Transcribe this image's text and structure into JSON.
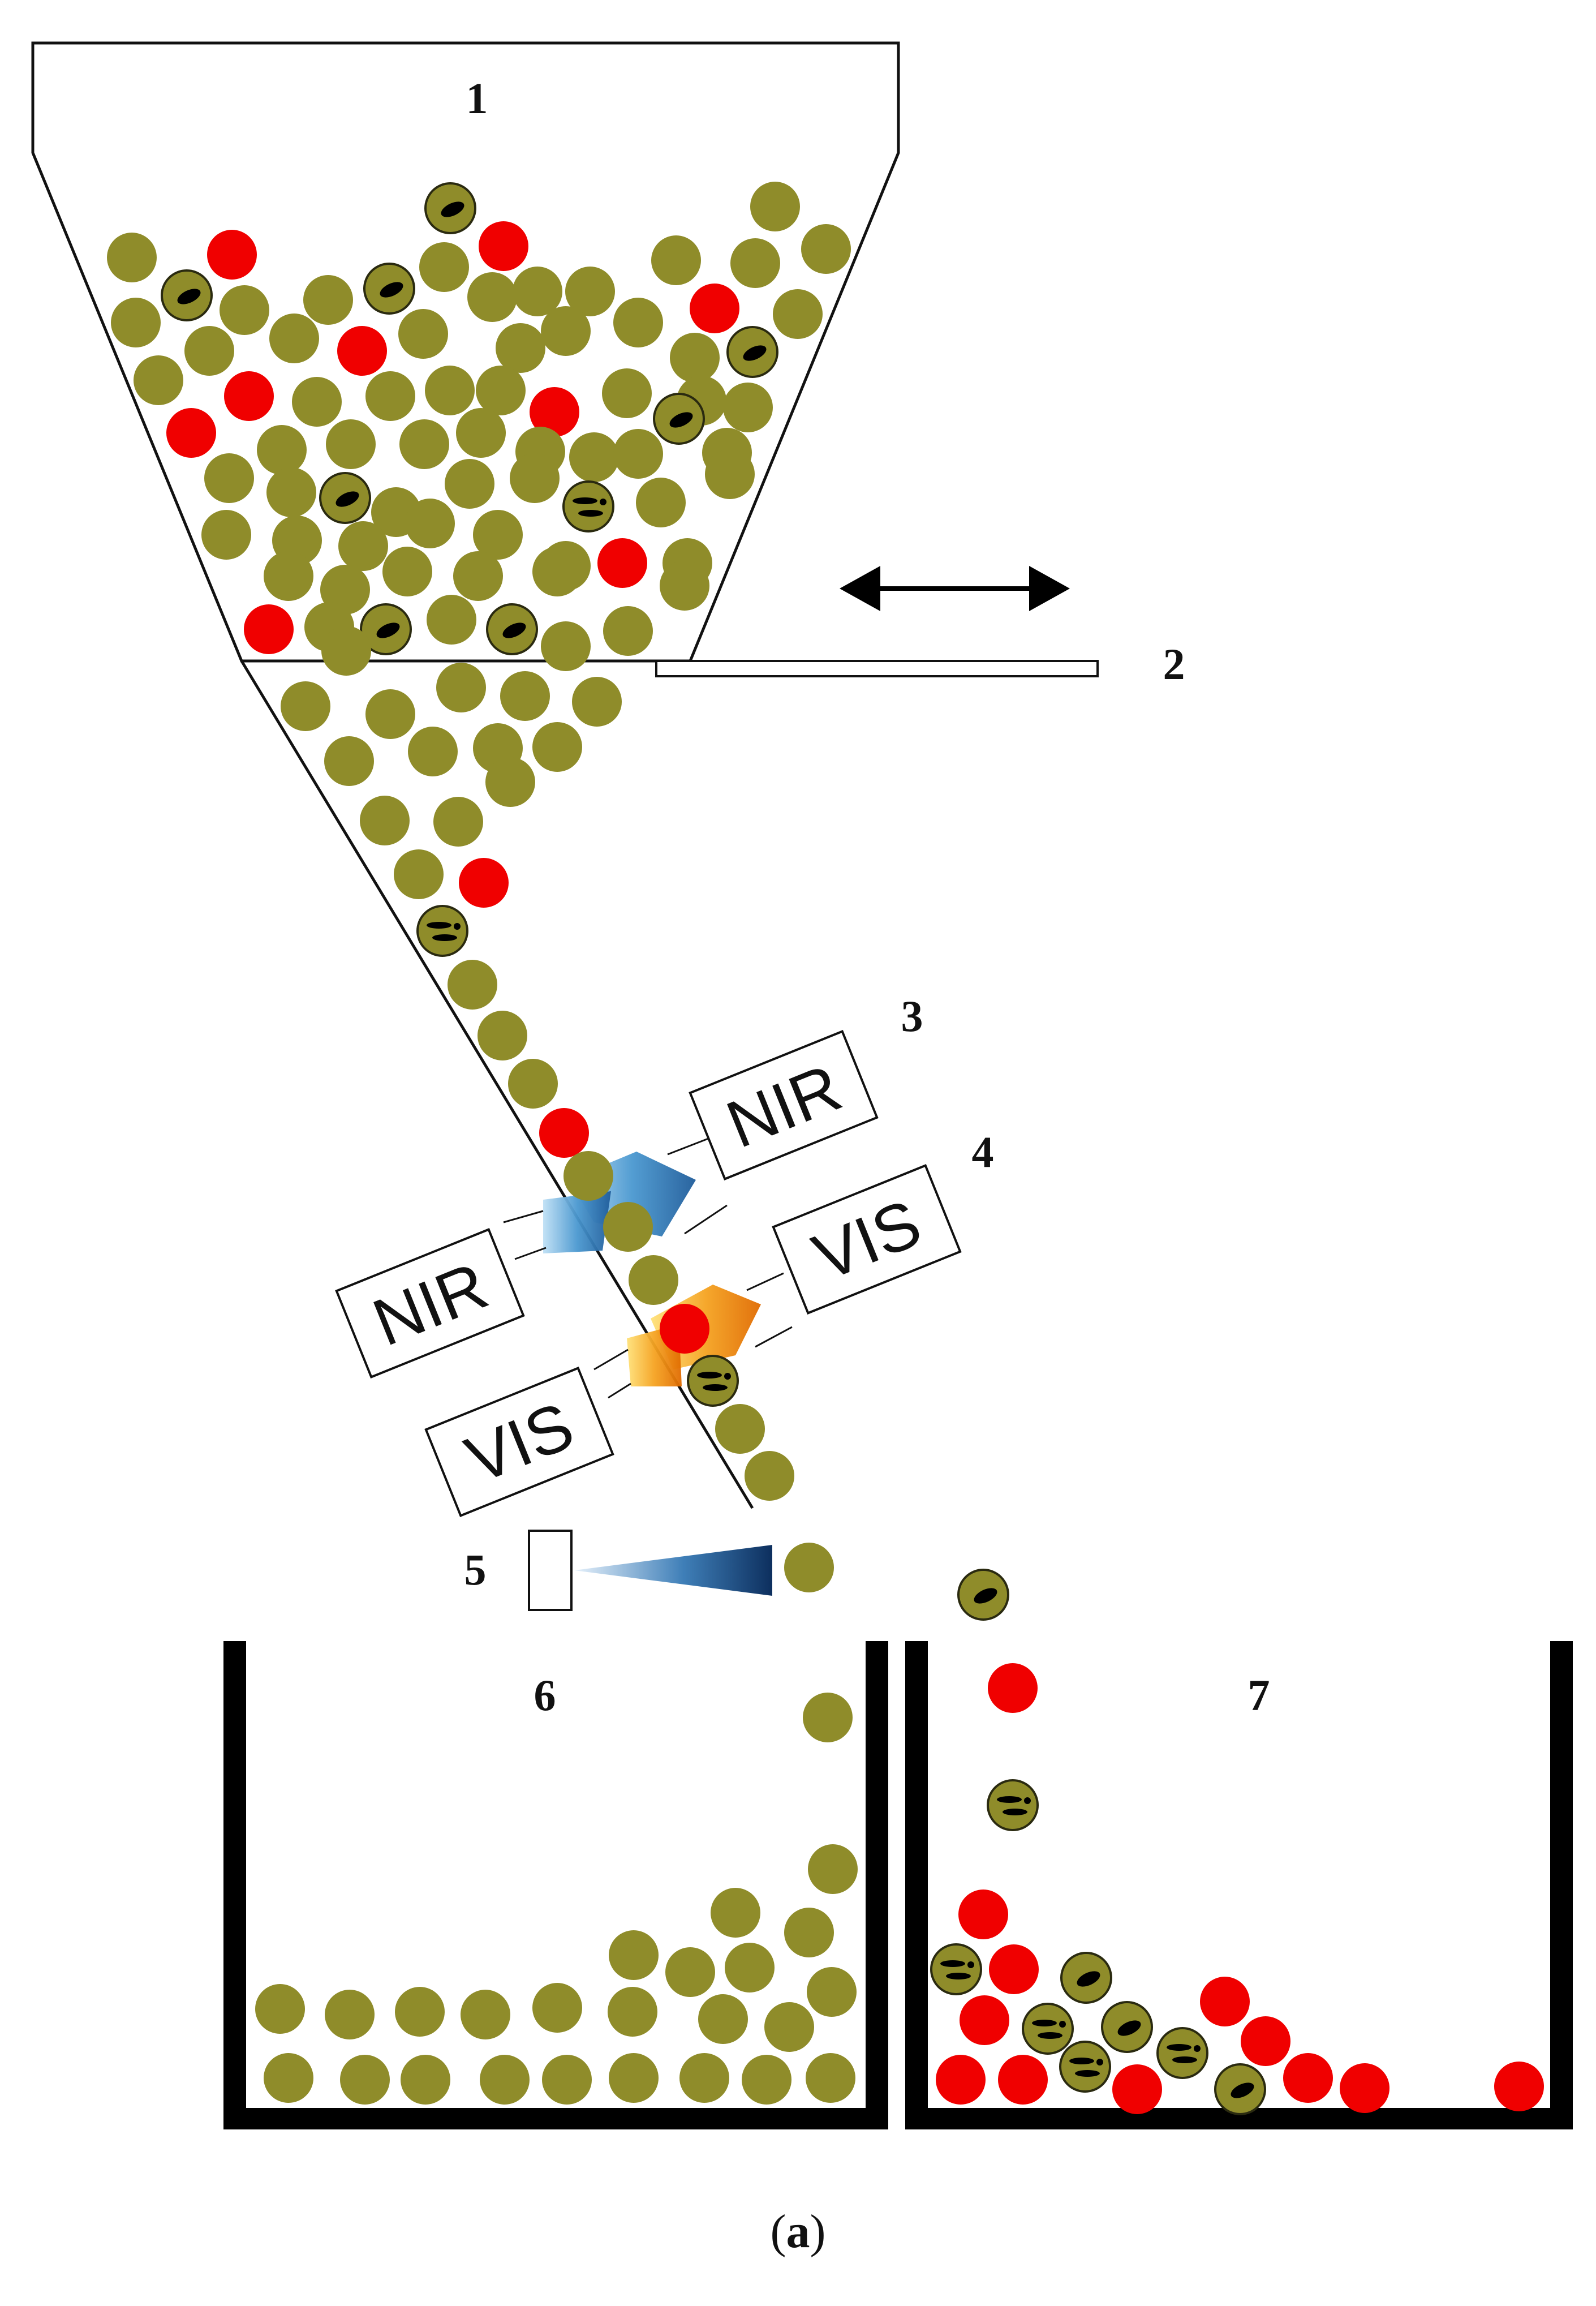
{
  "colors": {
    "good_olive": "#8f8c2a",
    "rejected_olive": "#f00000",
    "defect_spot": "#000000",
    "nir_beam": "#2e7fc0",
    "vis_beam": "#f08a00",
    "detector_beam": "#123a70",
    "outline": "#111111",
    "bin_wall": "#000000"
  },
  "labels": {
    "hopper_number": "1",
    "gate_number": "2",
    "nir_number": "3",
    "vis_number": "4",
    "detector_number": "5",
    "accept_bin_number": "6",
    "reject_bin_number": "7"
  },
  "sensors": {
    "nir_upper": "NIR",
    "nir_lower": "NIR",
    "vis_upper": "VIS",
    "vis_lower": "VIS"
  },
  "icons": {
    "gate_motion": "double-arrow-icon"
  },
  "caption": {
    "open": "(",
    "letter": "a",
    "close": ")"
  }
}
